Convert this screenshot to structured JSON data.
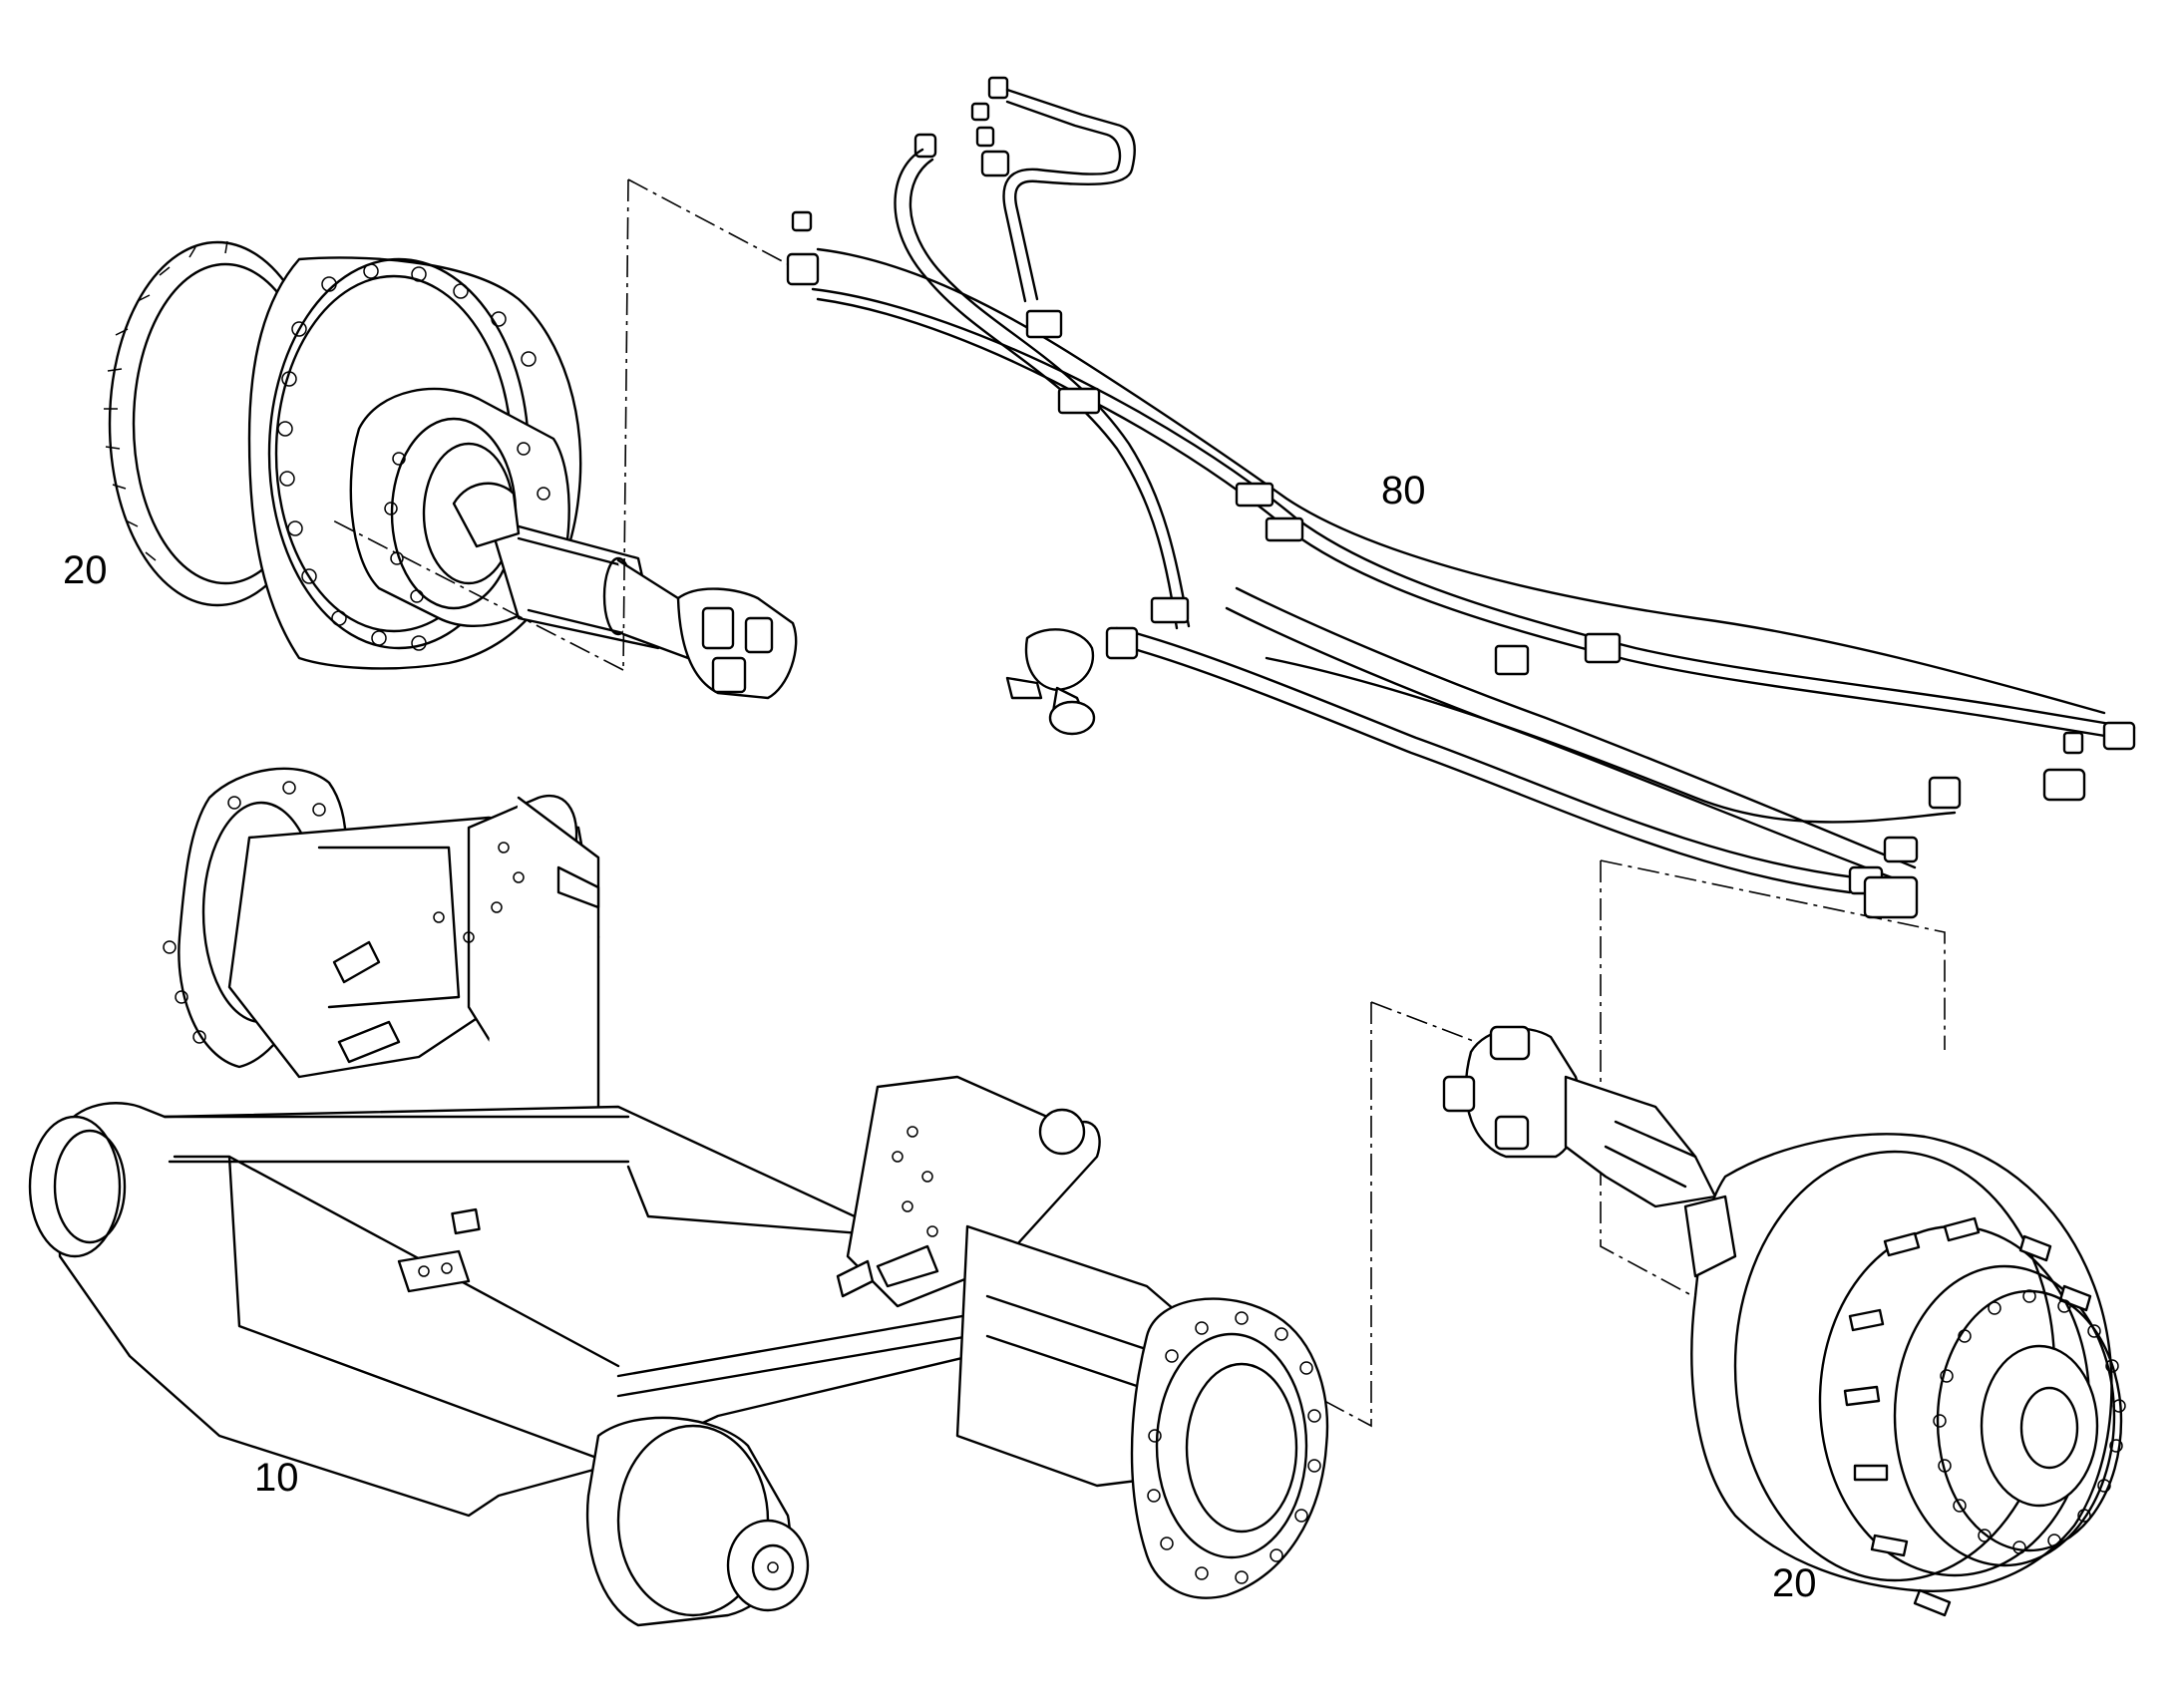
{
  "callouts": {
    "harness": "80",
    "hub_left": "20",
    "axle": "10",
    "hub_right": "20"
  }
}
